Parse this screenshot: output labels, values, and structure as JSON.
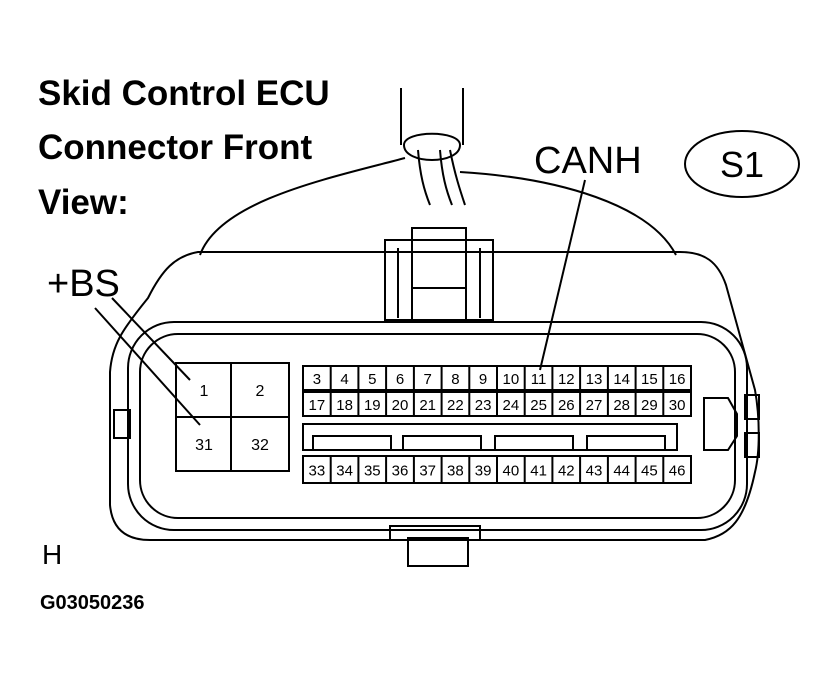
{
  "title": {
    "line1": "Skid Control ECU",
    "line2": "Connector Front",
    "line3": "View:"
  },
  "connector_badge": "S1",
  "labels": {
    "canh": "CANH",
    "bs": "+BS",
    "side_marker": "H",
    "figure_id": "G03050236"
  },
  "pins": {
    "left_top": [
      "1",
      "2"
    ],
    "left_bottom": [
      "31",
      "32"
    ],
    "row1": [
      "3",
      "4",
      "5",
      "6",
      "7",
      "8",
      "9",
      "10",
      "11",
      "12",
      "13",
      "14",
      "15",
      "16"
    ],
    "row2": [
      "17",
      "18",
      "19",
      "20",
      "21",
      "22",
      "23",
      "24",
      "25",
      "26",
      "27",
      "28",
      "29",
      "30"
    ],
    "row3": [
      "33",
      "34",
      "35",
      "36",
      "37",
      "38",
      "39",
      "40",
      "41",
      "42",
      "43",
      "44",
      "45",
      "46"
    ]
  }
}
